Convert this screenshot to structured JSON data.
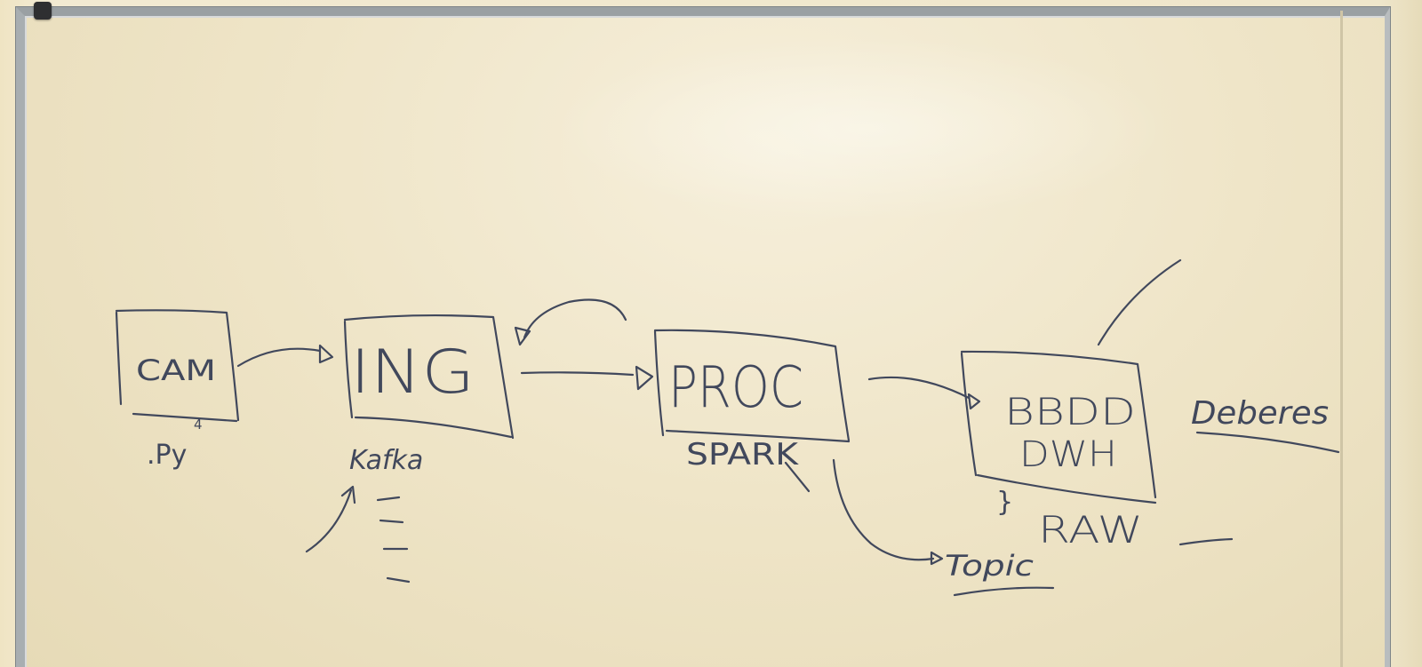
{
  "whiteboard": {
    "nodes": {
      "cam": {
        "label": "CAM",
        "note": ".Py"
      },
      "ing": {
        "label": "ING",
        "note": "Kafka"
      },
      "proc": {
        "label": "PROC",
        "note": "SPARK"
      },
      "bbdd": {
        "label_line1": "BBDD",
        "label_line2": "DWH",
        "note": "RAW"
      }
    },
    "side_labels": {
      "topic": "Topic",
      "deberes": "Deberes"
    }
  },
  "colors": {
    "ink": "#41485c",
    "board": "#efe5c8",
    "frame": "#9aa0a3"
  }
}
